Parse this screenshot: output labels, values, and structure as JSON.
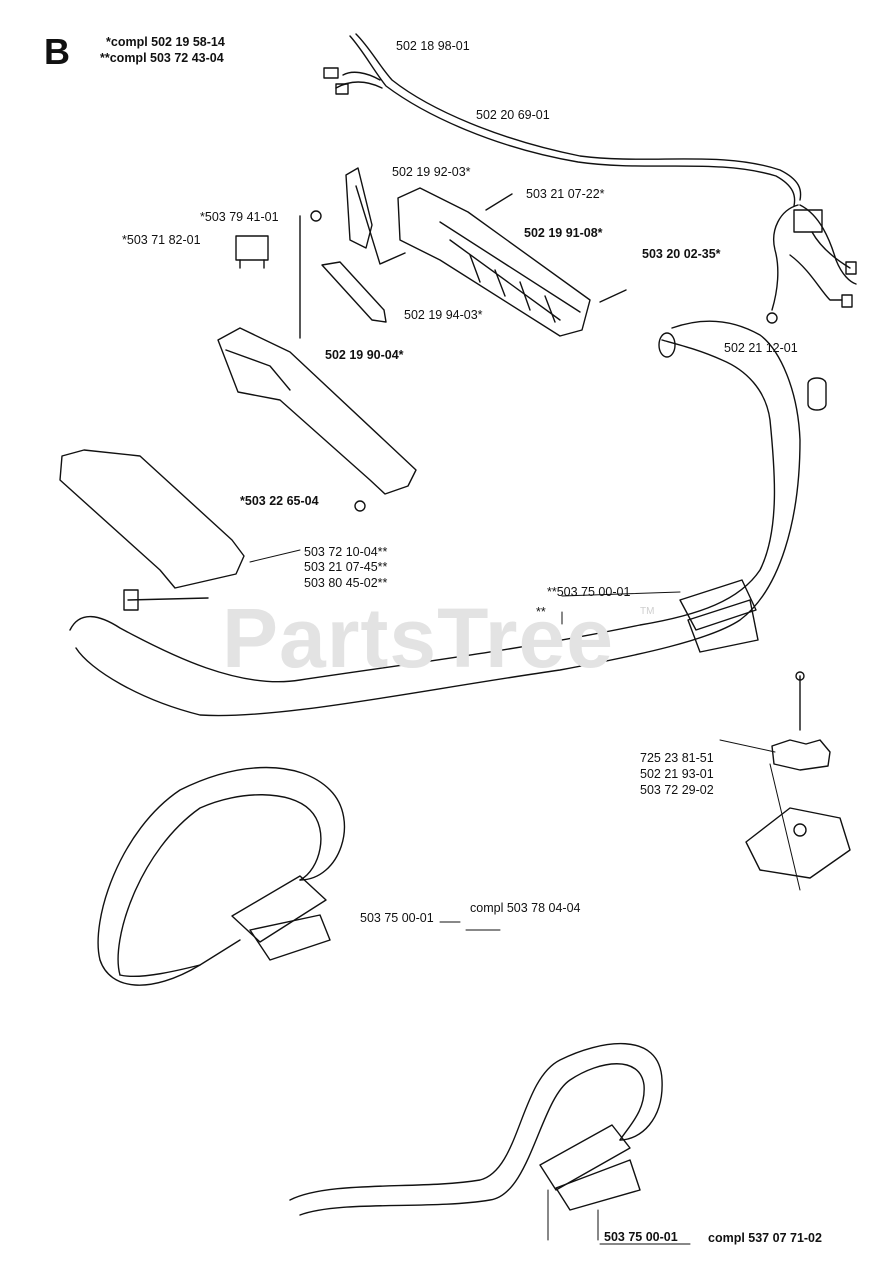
{
  "section": "B",
  "watermark": {
    "text": "PartsTree",
    "tm": "TM"
  },
  "header": {
    "compl_star": "*compl 502 19 58-14",
    "compl_double_star": "**compl 503 72 43-04"
  },
  "labels": {
    "p_502_18_98_01": "502 18 98-01",
    "p_502_20_69_01": "502 20 69-01",
    "p_502_19_92_03": "502 19 92-03*",
    "p_503_21_07_22": "503 21 07-22*",
    "p_503_79_41_01": "*503 79 41-01",
    "p_502_19_91_08": "502 19 91-08*",
    "p_503_71_82_01": "*503 71 82-01",
    "p_503_20_02_35": "503 20 02-35*",
    "p_502_19_94_03": "502 19 94-03*",
    "p_502_21_12_01": "502 21 12-01",
    "p_502_19_90_04": "502 19 90-04*",
    "p_503_22_65_04": "*503 22 65-04",
    "p_503_72_10_04": "503 72 10-04**",
    "p_503_21_07_45": "503 21 07-45**",
    "p_503_80_45_02": "503 80 45-02**",
    "p_503_75_00_01_a": "**503 75 00-01",
    "p_double_star": "**",
    "p_725_23_81_51": "725 23 81-51",
    "p_502_21_93_01": "502 21 93-01",
    "p_503_72_29_02": "503 72 29-02",
    "p_503_75_00_01_b": "503 75 00-01",
    "p_compl_503_78_04_04": "compl 503 78 04-04",
    "p_503_75_00_01_c": "503 75 00-01",
    "p_compl_537_07_71_02": "compl 537 07 71-02"
  }
}
